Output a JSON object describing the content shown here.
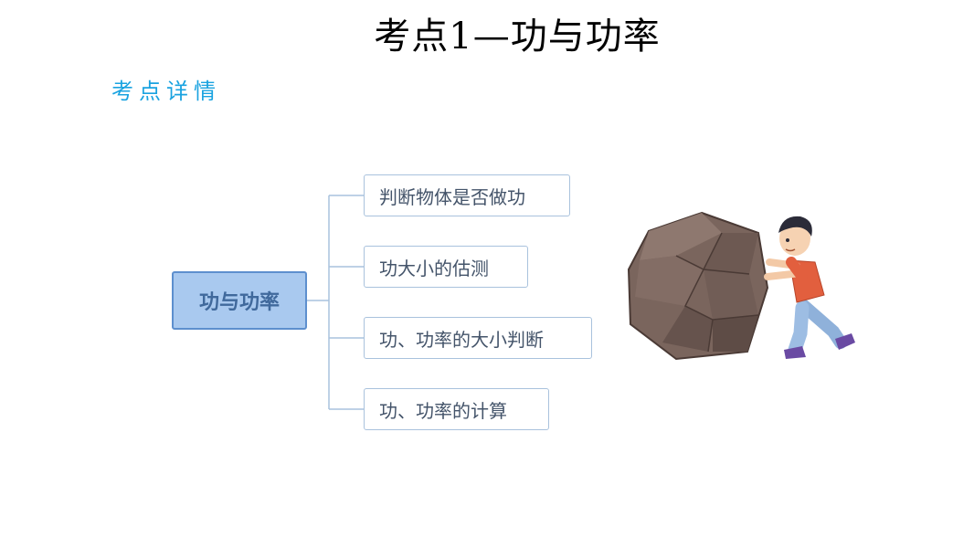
{
  "slide": {
    "title": "考点1—功与功率",
    "section_label": "考点详情"
  },
  "mindmap": {
    "root": "功与功率",
    "branches": [
      "判断物体是否做功",
      "功大小的估测",
      "功、功率的大小判断",
      "功、功率的计算"
    ]
  },
  "colors": {
    "section_label": "#1aa3e0",
    "root_fill": "#a9c9ef",
    "root_border": "#5d8fce",
    "branch_border": "#a9c2dd",
    "connector": "#a9c2dd"
  }
}
